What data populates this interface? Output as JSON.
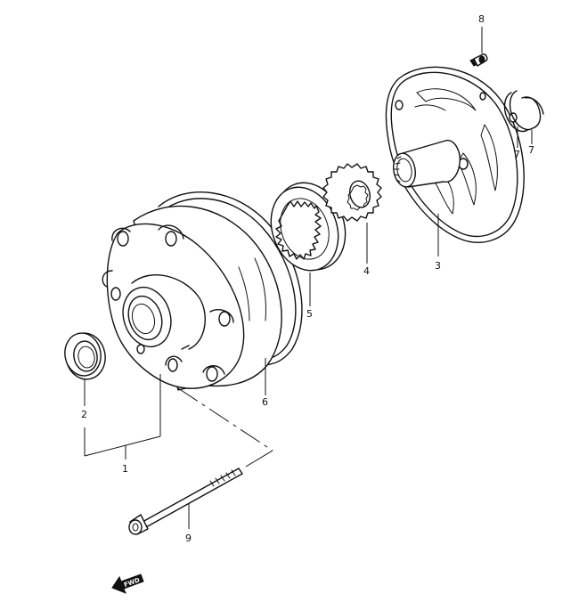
{
  "callouts": {
    "c1": "1",
    "c2": "2",
    "c3": "3",
    "c4": "4",
    "c5": "5",
    "c6": "6",
    "c7a": "7",
    "c7b": "7",
    "c8": "8",
    "c9": "9"
  },
  "direction_tag": "FWD",
  "icons": {
    "forward_arrow": "fwd-arrow-icon"
  }
}
